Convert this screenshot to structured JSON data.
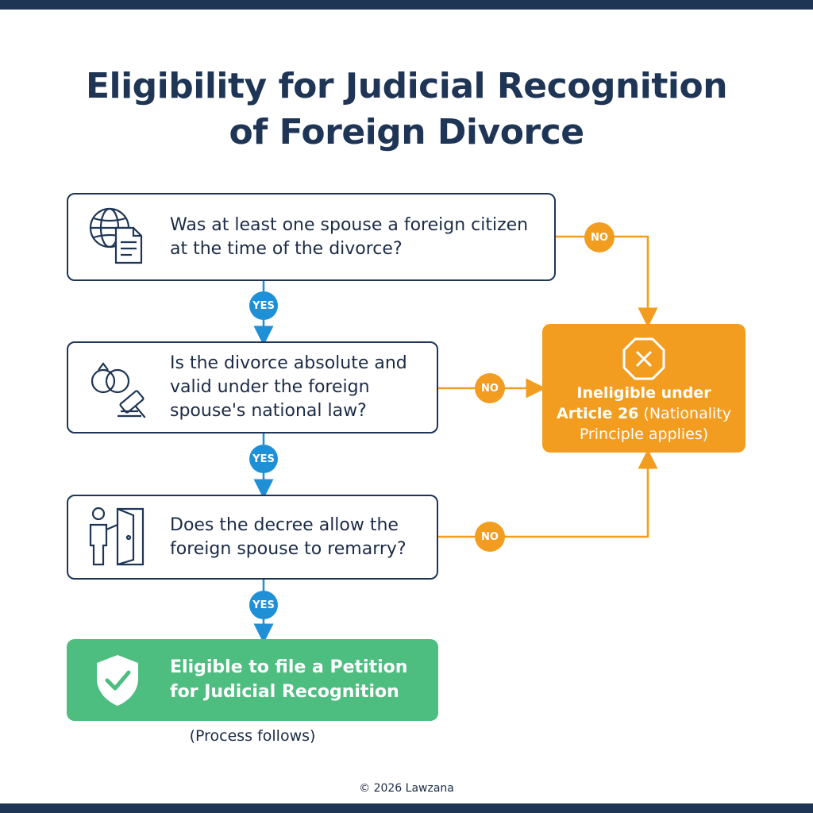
{
  "title": {
    "line1": "Eligibility for Judicial Recognition",
    "line2": "of Foreign Divorce"
  },
  "questions": [
    {
      "text": "Was at least one spouse a foreign citizen at the time of the divorce?",
      "icon": "globe-document-icon"
    },
    {
      "text": "Is the divorce absolute and valid under the foreign spouse's national law?",
      "icon": "rings-gavel-icon"
    },
    {
      "text": "Does the decree allow the foreign spouse to remarry?",
      "icon": "person-door-icon"
    }
  ],
  "connectors": {
    "yes_label": "YES",
    "no_label": "NO"
  },
  "outcomes": {
    "ineligible": {
      "bold": "Ineligible under Article 26",
      "rest": " (Nationality Principle applies)",
      "icon": "x-octagon-icon"
    },
    "eligible": {
      "text": "Eligible to file a Petition for Judicial Recognition",
      "icon": "shield-check-icon",
      "note": "(Process follows)"
    }
  },
  "footer": "© 2026 Lawzana",
  "colors": {
    "navy": "#1e3556",
    "yes_blue": "#1f8fd6",
    "no_orange": "#f29d1f",
    "eligible_green": "#4dbd80"
  }
}
